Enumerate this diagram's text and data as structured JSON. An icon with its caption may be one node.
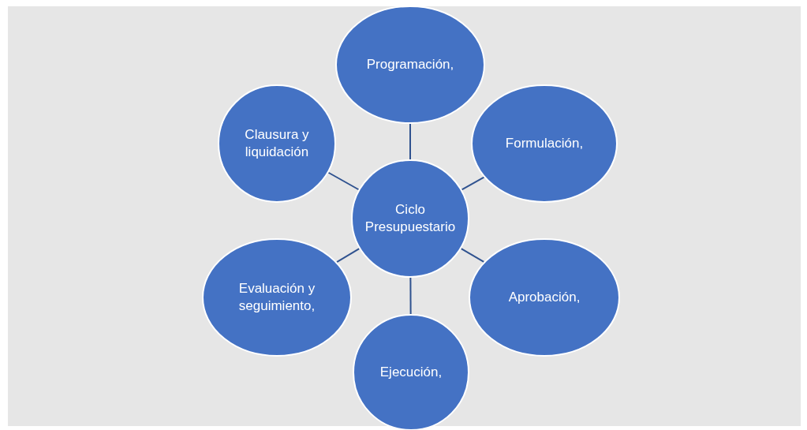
{
  "diagram": {
    "nodes": [
      {
        "text": [
          "Ciclo Presupuestario"
        ]
      },
      {
        "text": [
          "Programación,"
        ]
      },
      {
        "text": [
          "Formulación,"
        ]
      },
      {
        "text": [
          "Aprobación,"
        ]
      },
      {
        "text": [
          "Ejecución,"
        ]
      },
      {
        "text": [
          "Evaluación y seguimiento,"
        ]
      },
      {
        "text": [
          "Clausura y liquidación"
        ]
      }
    ],
    "edges": [
      {
        "from": 0,
        "to": 1,
        "arrow": "none"
      },
      {
        "from": 0,
        "to": 2,
        "arrow": "none"
      },
      {
        "from": 0,
        "to": 3,
        "arrow": "none"
      },
      {
        "from": 0,
        "to": 4,
        "arrow": "none"
      },
      {
        "from": 0,
        "to": 5,
        "arrow": "none"
      },
      {
        "from": 0,
        "to": 6,
        "arrow": "none"
      }
    ]
  }
}
